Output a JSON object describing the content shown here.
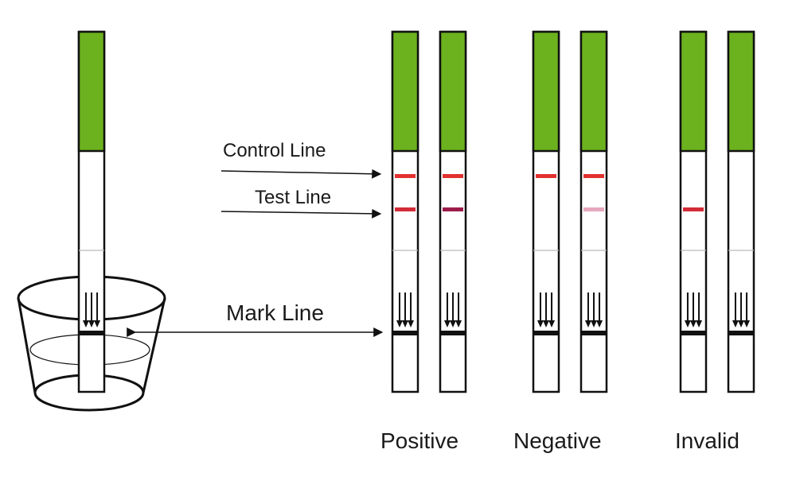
{
  "labels": {
    "control_line": "Control Line",
    "test_line": "Test Line",
    "mark_line": "Mark Line"
  },
  "groups": [
    {
      "label": "Positive"
    },
    {
      "label": "Negative"
    },
    {
      "label": "Invalid"
    }
  ],
  "colors": {
    "handle": "#6cb21f",
    "control": "#e2312f",
    "test_strong": "#d32c38",
    "test_dark": "#9b1c4a",
    "test_faint": "#e7a7be",
    "outline": "#111111"
  },
  "strips": [
    {
      "group": "Positive",
      "control": "#e2312f",
      "test": "#d32c38"
    },
    {
      "group": "Positive",
      "control": "#e2312f",
      "test": "#9b1c4a"
    },
    {
      "group": "Negative",
      "control": "#e2312f",
      "test": ""
    },
    {
      "group": "Negative",
      "control": "#e2312f",
      "test": "#e7a7be"
    },
    {
      "group": "Invalid",
      "control": "",
      "test": "#d32c38"
    },
    {
      "group": "Invalid",
      "control": "",
      "test": ""
    }
  ]
}
